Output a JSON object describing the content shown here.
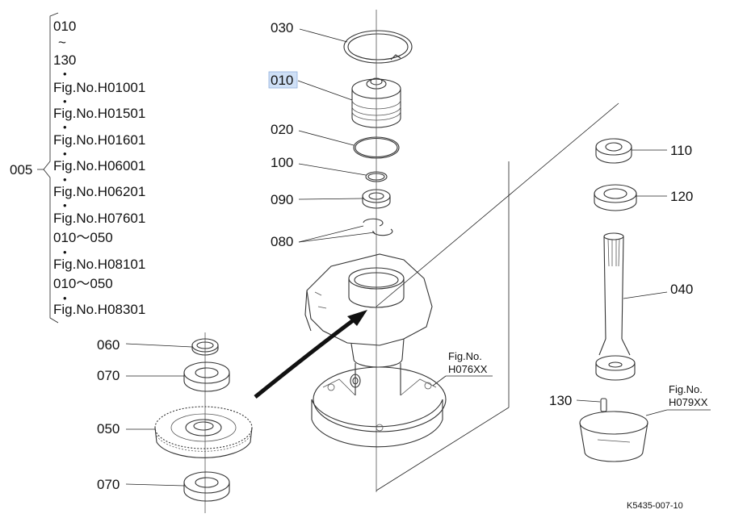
{
  "group": {
    "label": "005",
    "lines": [
      "010",
      "~",
      "130",
      "Fig.No.H01001",
      "Fig.No.H01501",
      "Fig.No.H01601",
      "Fig.No.H06001",
      "Fig.No.H06201",
      "Fig.No.H07601",
      "010～050",
      "Fig.No.H08101",
      "010～050",
      "Fig.No.H08301"
    ]
  },
  "callouts": {
    "c030": "030",
    "c010": "010",
    "c020": "020",
    "c100": "100",
    "c090": "090",
    "c080": "080",
    "c110": "110",
    "c120": "120",
    "c040": "040",
    "c060": "060",
    "c070a": "070",
    "c050": "050",
    "c070b": "070",
    "c130": "130"
  },
  "refs": {
    "h076_a": "Fig.No.",
    "h076_b": "H076XX",
    "h079_a": "Fig.No.",
    "h079_b": "H079XX"
  },
  "footer_code": "K5435-007-10",
  "colors": {
    "highlight": "#cfe0f6",
    "line": "#333333"
  }
}
